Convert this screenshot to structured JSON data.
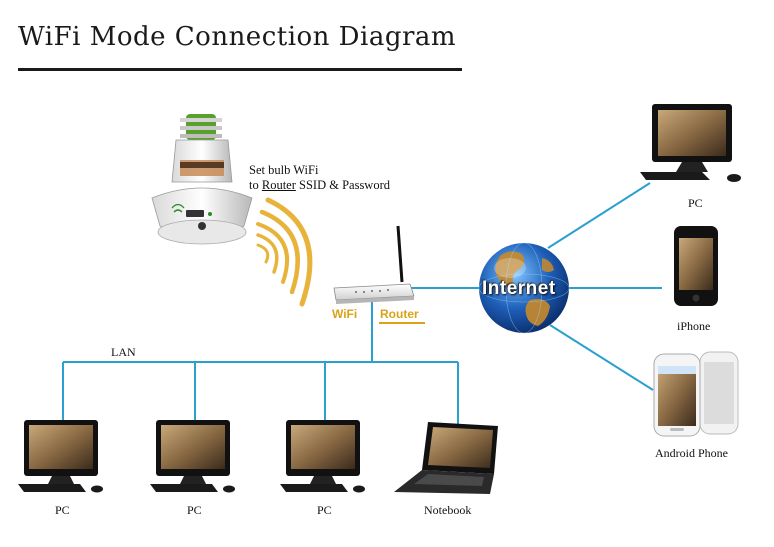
{
  "title": "WiFi Mode Connection Diagram",
  "bulb_note": {
    "line1": "Set bulb WiFi",
    "line2_prefix": "to ",
    "line2_link": "Router",
    "line2_suffix": " SSID & Password"
  },
  "router": {
    "wifi_label": "WiFi",
    "router_label": "Router"
  },
  "internet_label": "Internet",
  "lan_label": "LAN",
  "devices": {
    "pc_top": "PC",
    "iphone": "iPhone",
    "android": "Android Phone",
    "pc1": "PC",
    "pc2": "PC",
    "pc3": "PC",
    "notebook": "Notebook"
  },
  "colors": {
    "link_line": "#2a9fd0",
    "accent": "#d9a21a",
    "title": "#1a1a1a"
  },
  "icons": [
    "camera-bulb-icon",
    "wifi-waves-icon",
    "router-icon",
    "globe-icon",
    "monitor-icon",
    "smartphone-icon",
    "laptop-icon"
  ]
}
